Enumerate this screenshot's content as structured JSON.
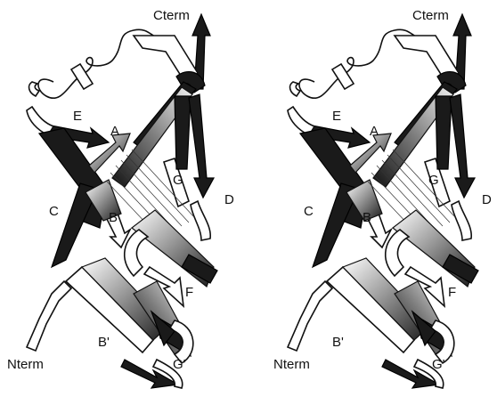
{
  "views": [
    {
      "id": "left"
    },
    {
      "id": "right"
    }
  ],
  "labels": {
    "cterm": "Cterm",
    "nterm": "Nterm",
    "A": "A",
    "B": "B",
    "B_prime": "B'",
    "C": "C",
    "D": "D",
    "E": "E",
    "F": "F",
    "G": "G",
    "G_prime": "G'"
  },
  "colors": {
    "ribbon_dark": "#1a1a1a",
    "ribbon_light": "#ffffff",
    "outline": "#111111",
    "background": "#ffffff"
  }
}
